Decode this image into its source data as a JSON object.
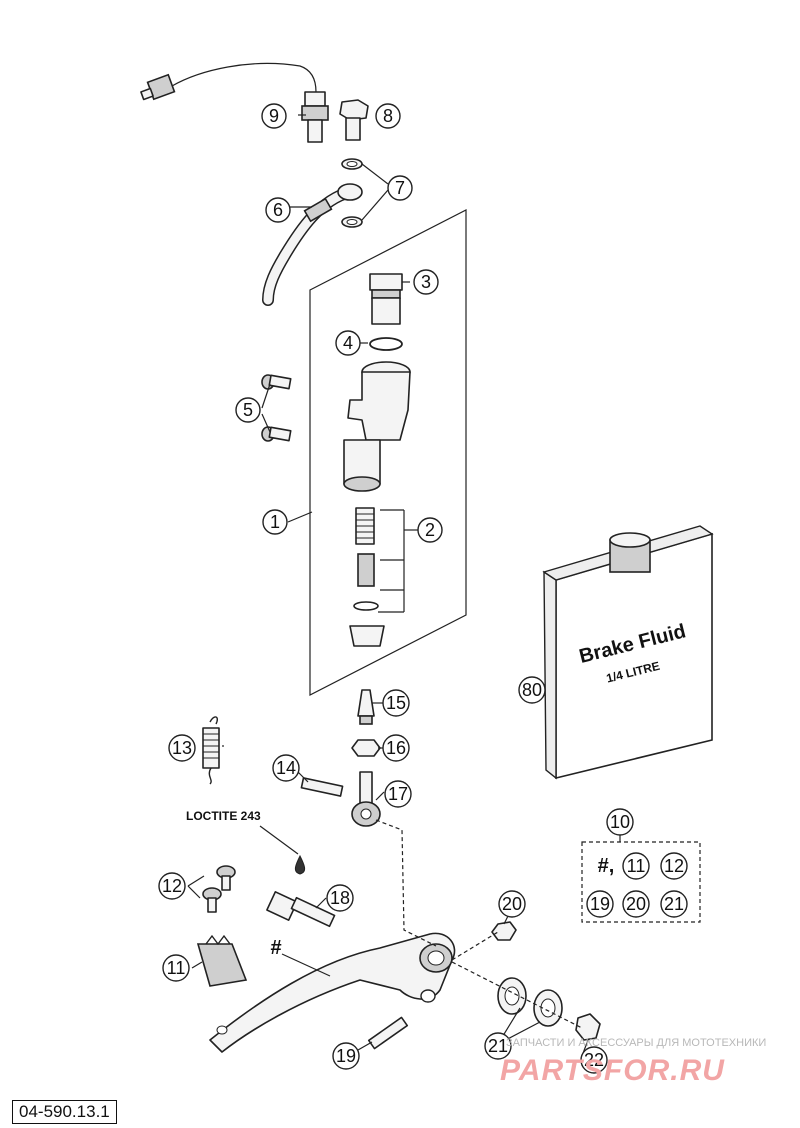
{
  "diagram_code": "04-590.13.1",
  "loctite_label": "LOCTITE 243",
  "bottle": {
    "line1": "Brake Fluid",
    "line2": "1/4 LITRE"
  },
  "kit_box": {
    "label": "10",
    "hash": "#,",
    "items": [
      "11",
      "12",
      "19",
      "20",
      "21"
    ]
  },
  "hash_marker": "#",
  "callouts": [
    "1",
    "2",
    "3",
    "4",
    "5",
    "6",
    "7",
    "8",
    "9",
    "11",
    "12",
    "13",
    "14",
    "15",
    "16",
    "17",
    "18",
    "19",
    "20",
    "21",
    "22",
    "80"
  ],
  "watermark": {
    "subtitle": "ЗАПЧАСТИ И АКСЕССУАРЫ ДЛЯ МОТОТЕХНИКИ",
    "brand": "PARTSFOR.RU"
  }
}
